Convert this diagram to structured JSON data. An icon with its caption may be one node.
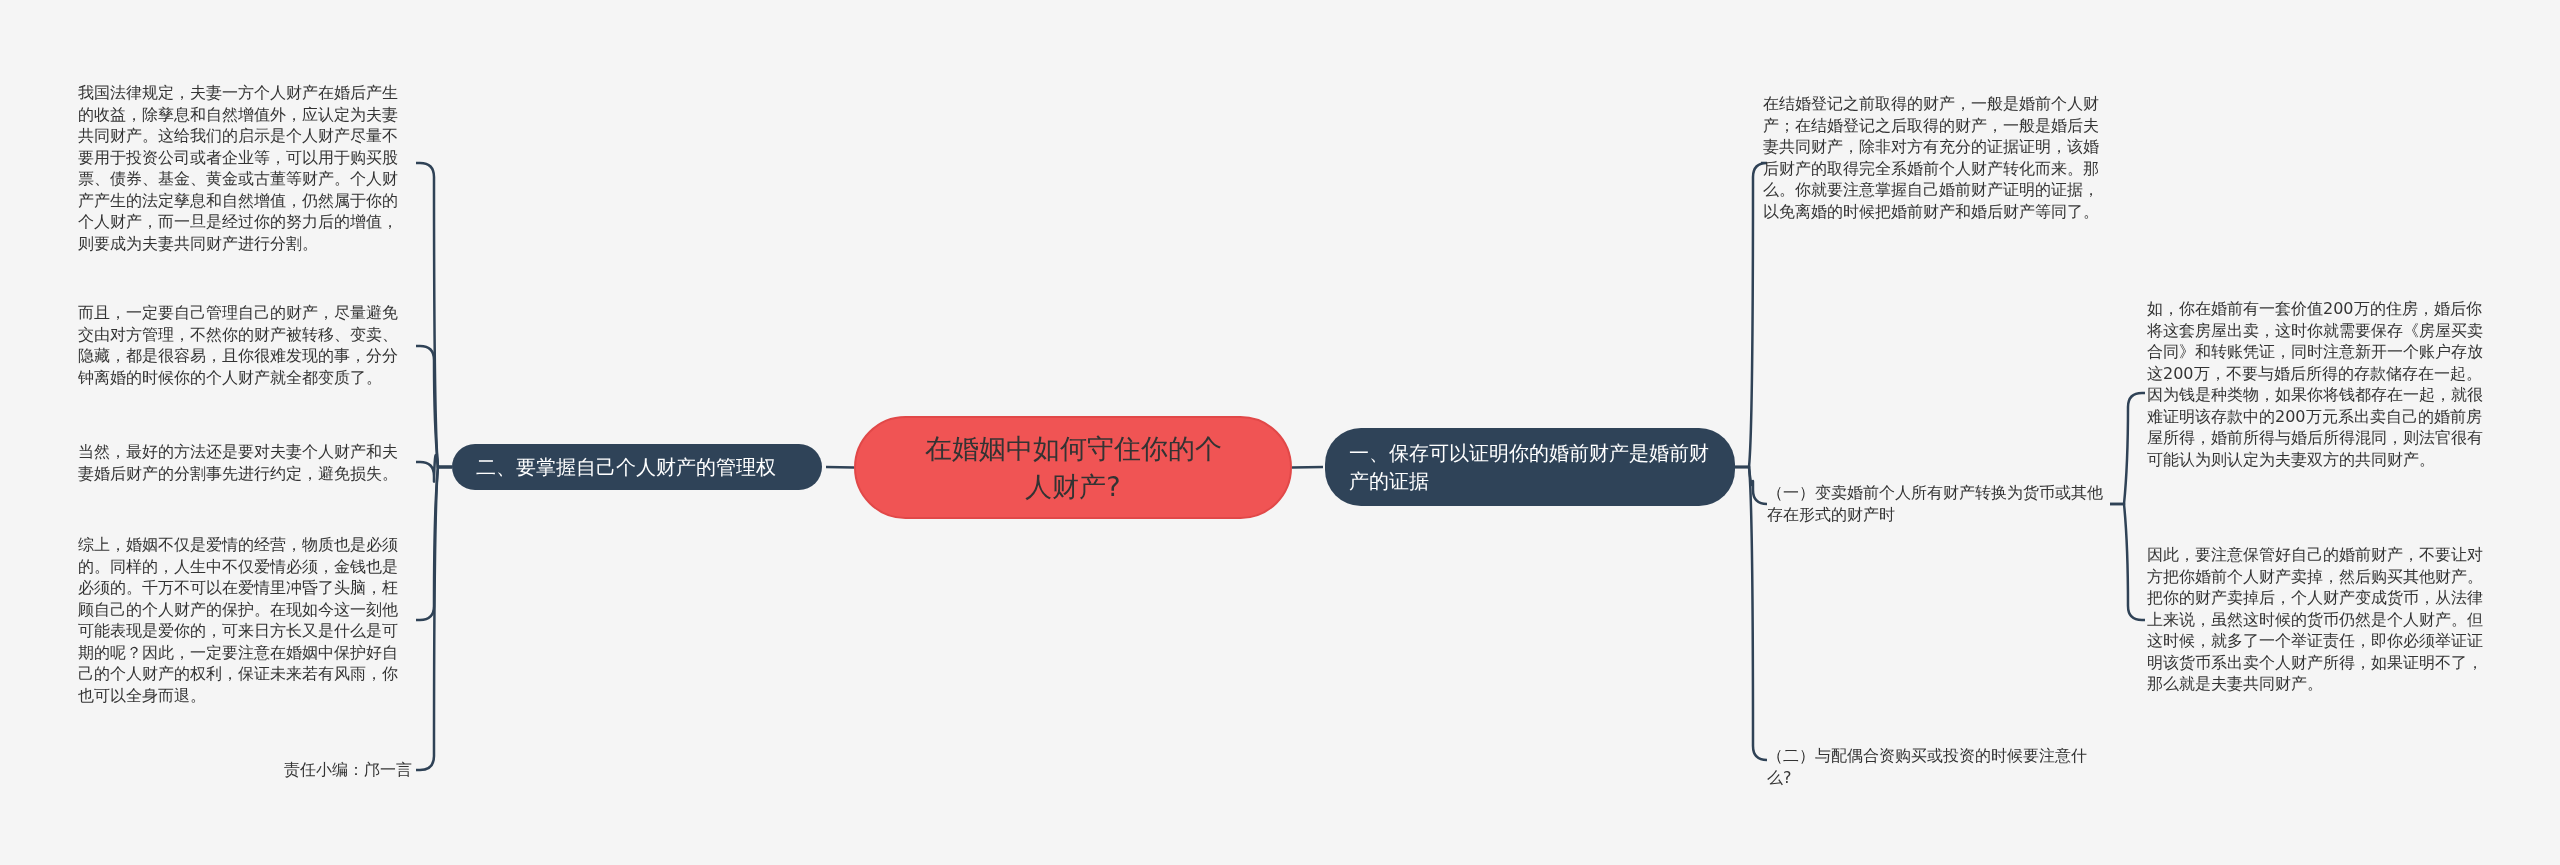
{
  "diagram": {
    "nodes": [
      {
        "text": [
          "在婚姻中如何守住你的个人财产?"
        ]
      },
      {
        "text": [
          "一、保存可以证明你的婚前财产是婚前财产的证据"
        ]
      },
      {
        "text": [
          "二、要掌握自己个人财产的管理权"
        ]
      },
      {
        "text": [
          "在结婚登记之前取得的财产，一般是婚前个人财产；在结婚登记之后取得的财产，一般是婚后夫妻共同财产，除非对方有充分的证据证明，该婚后财产的取得完全系婚前个人财产转化而来。那么。你就要注意掌握自己婚前财产证明的证据，以免离婚的时候把婚前财产和婚后财产等同了。"
        ]
      },
      {
        "text": [
          "（一）变卖婚前个人所有财产转换为货币或其他存在形式的财产时"
        ]
      },
      {
        "text": [
          "如，你在婚前有一套价值200万的住房，婚后你将这套房屋出卖，这时你就需要保存《房屋买卖合同》和转账凭证，同时注意新开一个账户存放这200万，不要与婚后所得的存款储存在一起。因为钱是种类物，如果你将钱都存在一起，就很难证明该存款中的200万元系出卖自己的婚前房屋所得，婚前所得与婚后所得混同，则法官很有可能认为则认定为夫妻双方的共同财产。"
        ]
      },
      {
        "text": [
          "因此，要注意保管好自己的婚前财产，不要让对方把你婚前个人财产卖掉，然后购买其他财产。把你的财产卖掉后，个人财产变成货币，从法律上来说，虽然这时候的货币仍然是个人财产。但这时候，就多了一个举证责任，即你必须举证证明该货币系出卖个人财产所得，如果证明不了，那么就是夫妻共同财产。"
        ]
      },
      {
        "text": [
          "（二）与配偶合资购买或投资的时候要注意什么?"
        ]
      },
      {
        "text": [
          "我国法律规定，夫妻一方个人财产在婚后产生的收益，除孳息和自然增值外，应认定为夫妻共同财产。这给我们的启示是个人财产尽量不要用于投资公司或者企业等，可以用于购买股票、债券、基金、黄金或古董等财产。个人财产产生的法定孳息和自然增值，仍然属于你的个人财产，而一旦是经过你的努力后的增值，则要成为夫妻共同财产进行分割。"
        ]
      },
      {
        "text": [
          "而且，一定要自己管理自己的财产，尽量避免交由对方管理，不然你的财产被转移、变卖、隐藏，都是很容易，且你很难发现的事，分分钟离婚的时候你的个人财产就全都变质了。"
        ]
      },
      {
        "text": [
          "当然，最好的方法还是要对夫妻个人财产和夫妻婚后财产的分割事先进行约定，避免损失。"
        ]
      },
      {
        "text": [
          "综上，婚姻不仅是爱情的经营，物质也是必须的。同样的，人生中不仅爱情必须，金钱也是必须的。千万不可以在爱情里冲昏了头脑，枉顾自己的个人财产的保护。在现如今这一刻他可能表现是爱你的，可来日方长又是什么是可期的呢？因此，一定要注意在婚姻中保护好自己的个人财产的权利，保证未来若有风雨，你也可以全身而退。"
        ]
      },
      {
        "text": [
          "责任小编：邝一言"
        ]
      }
    ],
    "edges": [
      {
        "from": 0,
        "to": 1,
        "arrow": "none"
      },
      {
        "from": 0,
        "to": 2,
        "arrow": "none"
      },
      {
        "from": 1,
        "to": 3,
        "arrow": "none"
      },
      {
        "from": 1,
        "to": 4,
        "arrow": "none"
      },
      {
        "from": 1,
        "to": 7,
        "arrow": "none"
      },
      {
        "from": 4,
        "to": 5,
        "arrow": "none"
      },
      {
        "from": 4,
        "to": 6,
        "arrow": "none"
      },
      {
        "from": 2,
        "to": 8,
        "arrow": "none"
      },
      {
        "from": 2,
        "to": 9,
        "arrow": "none"
      },
      {
        "from": 2,
        "to": 10,
        "arrow": "none"
      },
      {
        "from": 2,
        "to": 11,
        "arrow": "none"
      },
      {
        "from": 2,
        "to": 12,
        "arrow": "none"
      }
    ]
  }
}
